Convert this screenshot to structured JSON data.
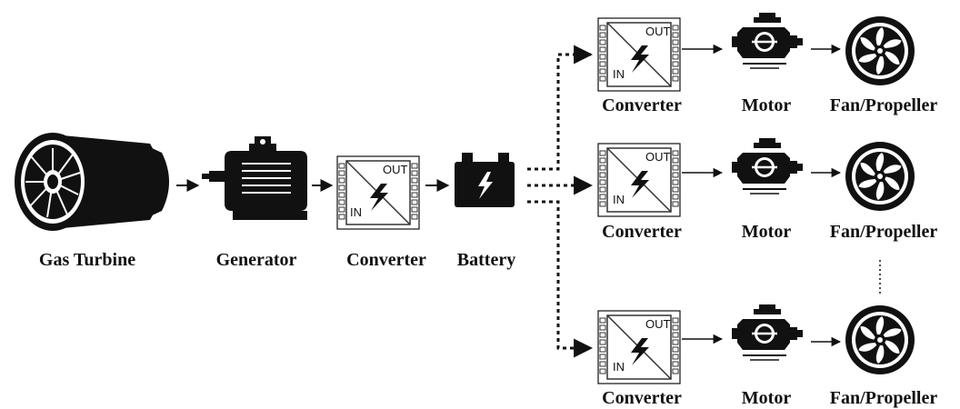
{
  "diagram": {
    "colors": {
      "ink": "#111111",
      "box_fill": "#ffffff",
      "box_stroke": "#555555"
    },
    "converter_text": {
      "in": "IN",
      "out": "OUT"
    },
    "nodes": {
      "gas_turbine": {
        "label": "Gas Turbine",
        "icon": "jet-engine-icon"
      },
      "generator": {
        "label": "Generator",
        "icon": "generator-icon"
      },
      "converter_main": {
        "label": "Converter",
        "icon": "converter-icon"
      },
      "battery": {
        "label": "Battery",
        "icon": "battery-icon"
      }
    },
    "branches": [
      {
        "converter": "Converter",
        "motor": "Motor",
        "fan": "Fan/Propeller"
      },
      {
        "converter": "Converter",
        "motor": "Motor",
        "fan": "Fan/Propeller"
      },
      {
        "converter": "Converter",
        "motor": "Motor",
        "fan": "Fan/Propeller"
      }
    ]
  }
}
